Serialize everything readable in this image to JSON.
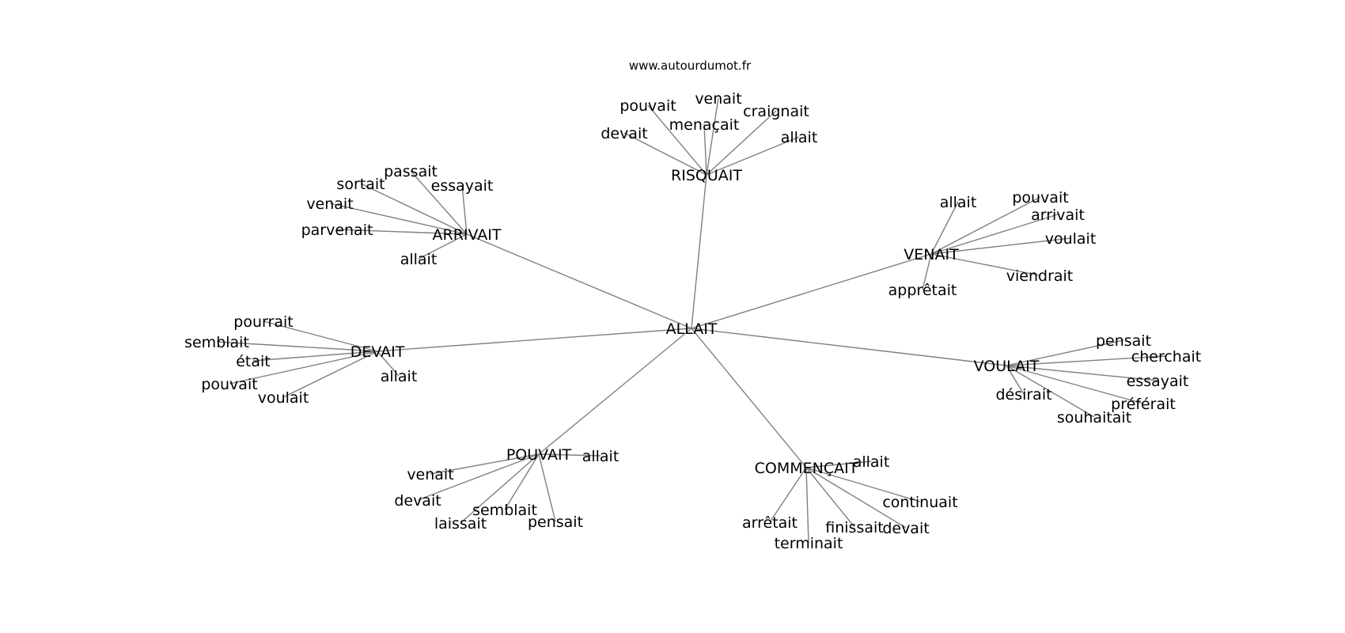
{
  "source": "www.autourdumot.fr",
  "center": "ALLAIT",
  "edge_color": "#808080",
  "clusters": [
    {
      "hub": "RISQUAIT",
      "words": [
        "pouvait",
        "venait",
        "craignait",
        "menaçait",
        "devait",
        "allait"
      ]
    },
    {
      "hub": "ARRIVAIT",
      "words": [
        "passait",
        "sortait",
        "essayait",
        "venait",
        "parvenait",
        "allait"
      ]
    },
    {
      "hub": "VENAIT",
      "words": [
        "allait",
        "pouvait",
        "arrivait",
        "voulait",
        "viendrait",
        "apprêtait"
      ]
    },
    {
      "hub": "DEVAIT",
      "words": [
        "pourrait",
        "semblait",
        "était",
        "pouvait",
        "voulait",
        "allait"
      ]
    },
    {
      "hub": "VOULAIT",
      "words": [
        "pensait",
        "cherchait",
        "essayait",
        "préférait",
        "désirait",
        "souhaitait"
      ]
    },
    {
      "hub": "POUVAIT",
      "words": [
        "allait",
        "venait",
        "devait",
        "semblait",
        "laissait",
        "pensait"
      ]
    },
    {
      "hub": "COMMENÇAIT",
      "words": [
        "allait",
        "continuait",
        "arrêtait",
        "finissait",
        "devait",
        "terminait"
      ]
    }
  ]
}
